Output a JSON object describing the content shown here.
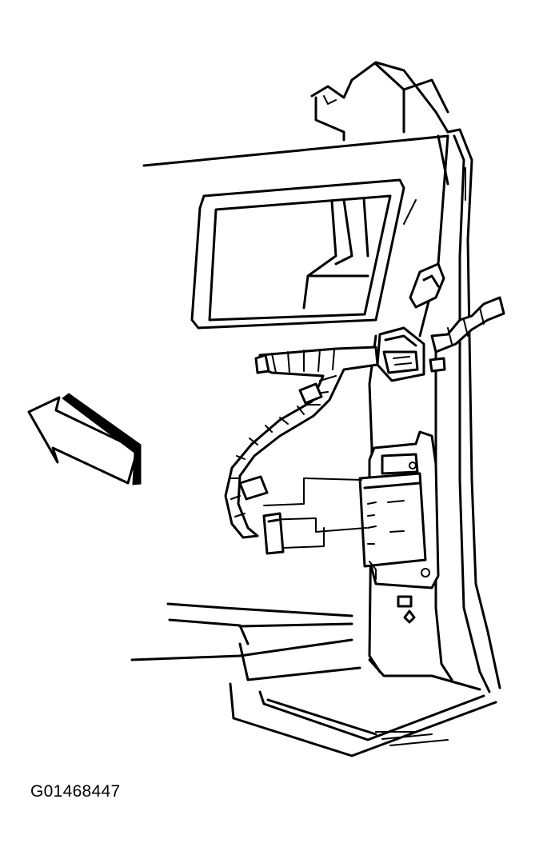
{
  "figure": {
    "id_text": "G01468447",
    "components": {
      "arrow": "direction-arrow-icon",
      "body": "vehicle-interior-b-pillar",
      "window": "door-window-opening",
      "harness": "wiring-harness",
      "module": "control-module",
      "connector": "harness-connector",
      "floor": "floor-pan"
    },
    "colors": {
      "line": "#000000",
      "background": "#ffffff"
    }
  }
}
